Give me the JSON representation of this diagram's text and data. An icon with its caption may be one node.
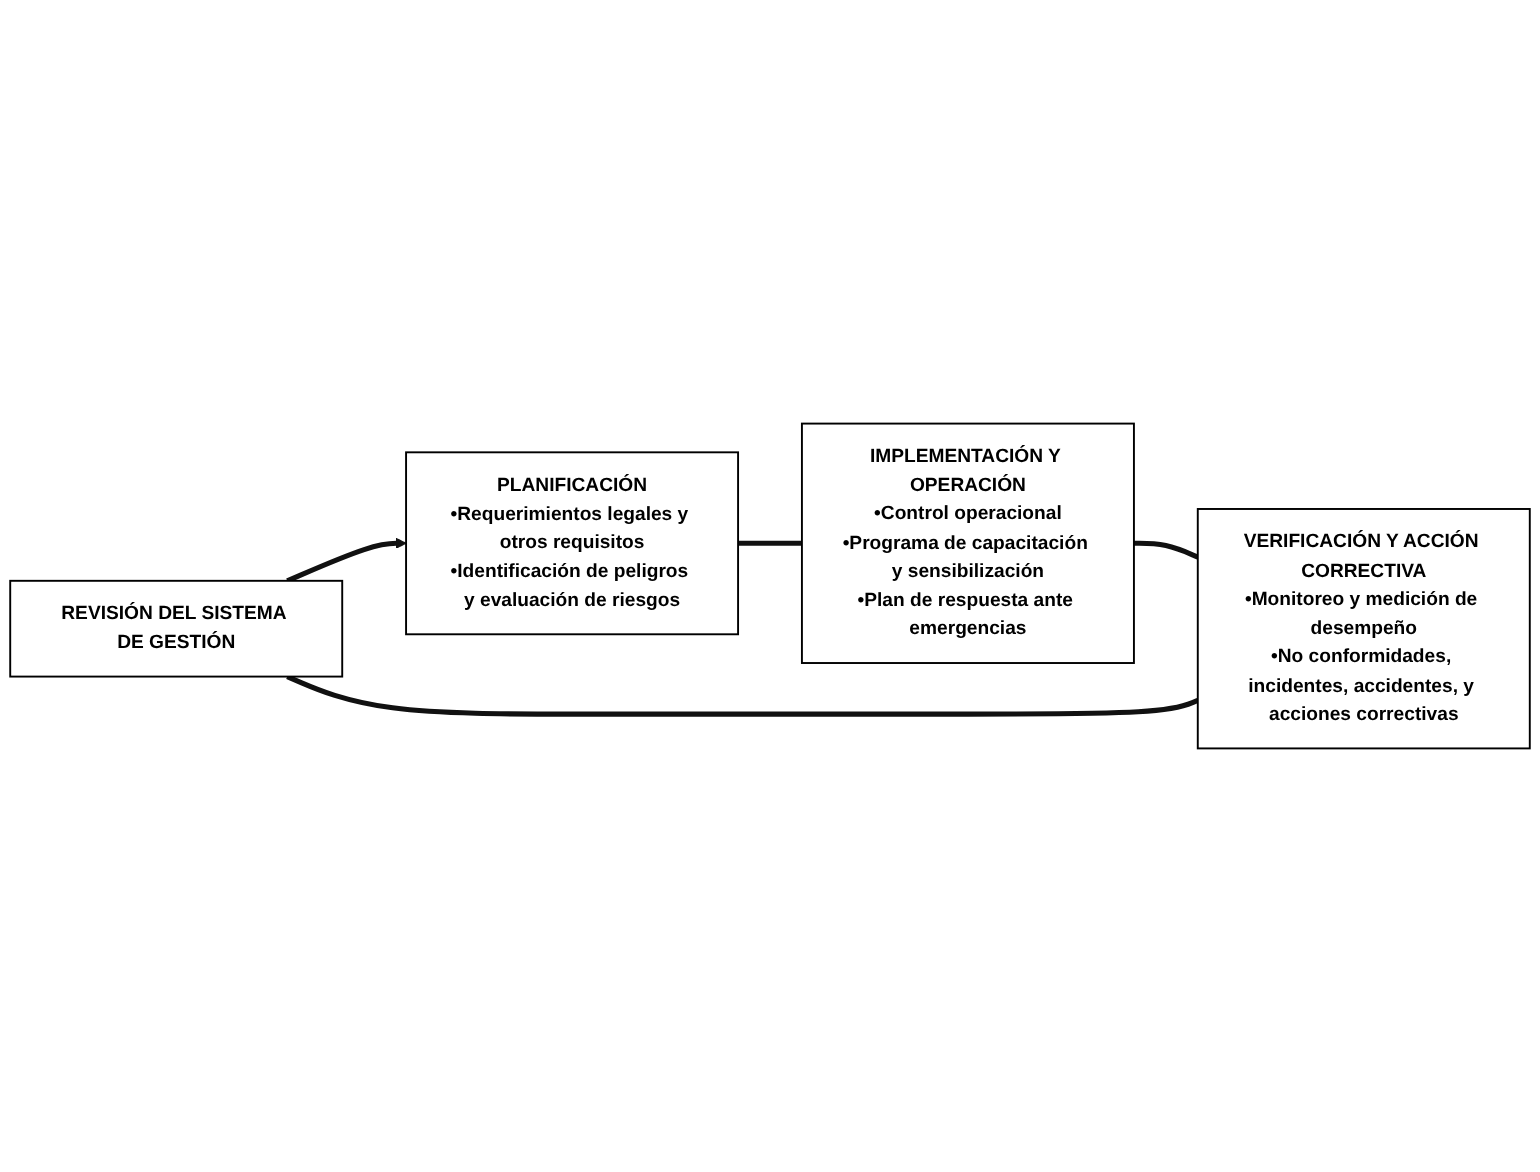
{
  "diagram": {
    "nodes": [
      {
        "text": [
          "REVISIÓN DEL SISTEMA DE GESTIÓN"
        ]
      },
      {
        "text": [
          "PLANIFICACIÓN",
          "•Requerimientos legales y otros requisitos",
          "•Identificación de peligros y evaluación de riesgos"
        ]
      },
      {
        "text": [
          "IMPLEMENTACIÓN Y OPERACIÓN",
          "•Control operacional",
          "•Programa de capacitación y sensibilización",
          "•Plan de respuesta ante emergencias"
        ]
      },
      {
        "text": [
          "VERIFICACIÓN Y ACCIÓN CORRECTIVA",
          "•Monitoreo y medición de desempeño",
          "•No conformidades, incidentes, accidentes, y acciones correctivas"
        ]
      }
    ],
    "edges": [
      {
        "from": 0,
        "to": 1,
        "arrow": "to"
      },
      {
        "from": 1,
        "to": 2,
        "arrow": "none"
      },
      {
        "from": 2,
        "to": 3,
        "arrow": "none"
      },
      {
        "from": 3,
        "to": 0,
        "arrow": "none"
      }
    ]
  }
}
